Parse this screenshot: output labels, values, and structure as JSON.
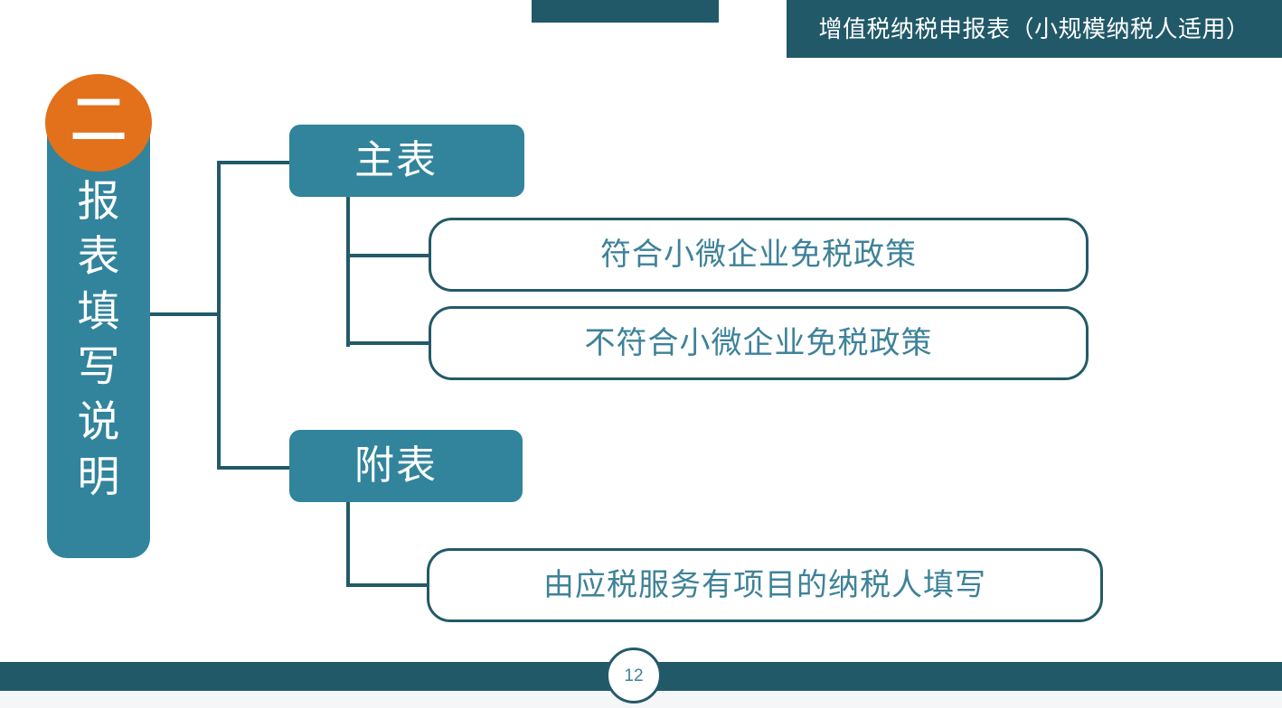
{
  "slide": {
    "page_number": "12"
  },
  "header": {
    "title": "增值税纳税申报表（小规模纳税人适用）"
  },
  "sidebar": {
    "badge_label": "二",
    "vertical_title": "报表填写说明",
    "chars": [
      "报",
      "表",
      "填",
      "写",
      "说",
      "明"
    ]
  },
  "diagram": {
    "branches": [
      {
        "id": "main-form",
        "label": "主表",
        "children": [
          {
            "id": "qualify",
            "label": "符合小微企业免税政策"
          },
          {
            "id": "not-qualify",
            "label": "不符合小微企业免税政策"
          }
        ]
      },
      {
        "id": "attached-form",
        "label": "附表",
        "children": [
          {
            "id": "taxable-service",
            "label": "由应税服务有项目的纳税人填写"
          }
        ]
      }
    ]
  },
  "colors": {
    "header_teal": "#215968",
    "node_teal": "#31849B",
    "line_teal": "#235A68",
    "accent_orange": "#E3701A",
    "outline_text": "#3E8299"
  }
}
